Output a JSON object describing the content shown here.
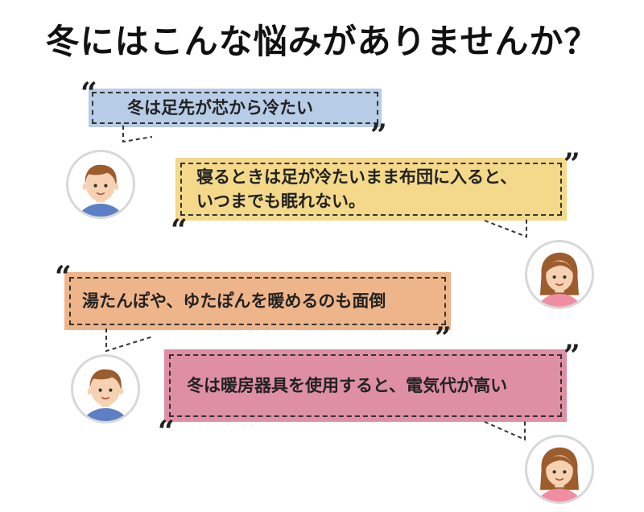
{
  "title": "冬にはこんな悩みがありませんか？",
  "bubbles": [
    {
      "text": "冬は足先が芯から冷たい",
      "color": "#b7cce6"
    },
    {
      "text": "寝るときは足が冷たいまま布団に入ると、\nいつまでも眠れない。",
      "color": "#f4d98a"
    },
    {
      "text": "湯たんぽや、ゆたぽんを暖めるのも面倒",
      "color": "#efb58a"
    },
    {
      "text": "冬は暖房器具を使用すると、電気代が高い",
      "color": "#de8fa4"
    }
  ],
  "quote_open": "“",
  "quote_close": "”",
  "avatars": [
    {
      "type": "boy",
      "shirt": "#5d7fc3"
    },
    {
      "type": "girl",
      "shirt": "#ef8ea0"
    },
    {
      "type": "boy",
      "shirt": "#5d7fc3"
    },
    {
      "type": "girl",
      "shirt": "#ef8ea0"
    }
  ]
}
